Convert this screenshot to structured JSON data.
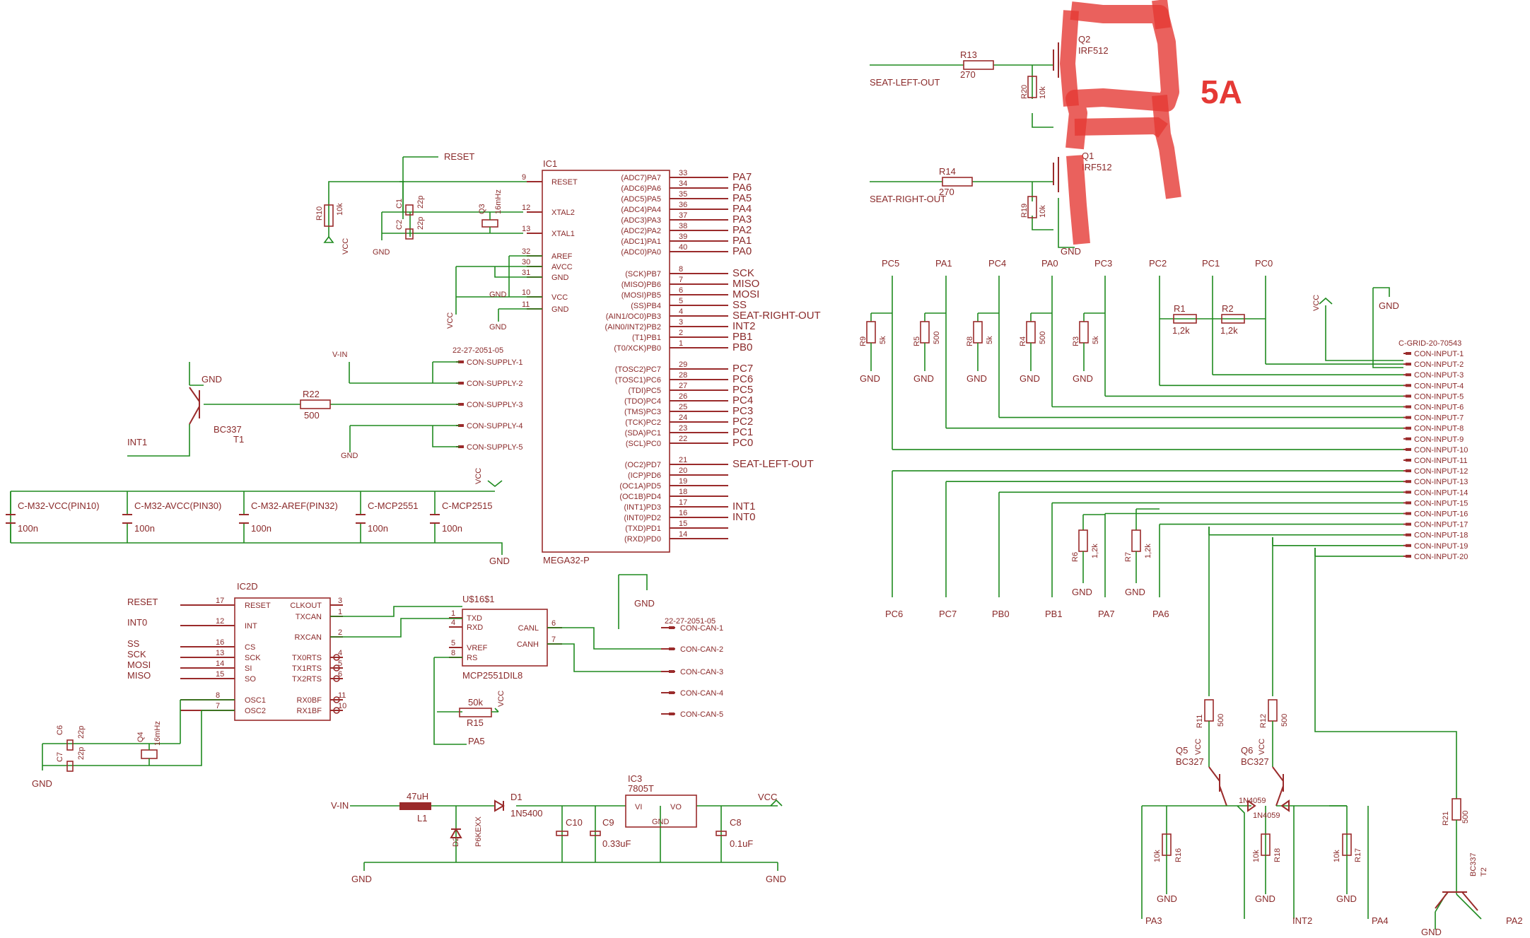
{
  "annotation": {
    "label": "5A",
    "color": "#e53935"
  },
  "colors": {
    "wire": "#1f8a1f",
    "part": "#9a2b2b",
    "text": "#8a2a2a",
    "highlight": "#e53935"
  },
  "mcu": {
    "name": "IC1",
    "part": "MEGA32-P",
    "left_pins": [
      {
        "num": "9",
        "name": "RESET"
      },
      {
        "num": "12",
        "name": "XTAL2"
      },
      {
        "num": "13",
        "name": "XTAL1"
      },
      {
        "num": "32",
        "name": "AREF"
      },
      {
        "num": "30",
        "name": "AVCC"
      },
      {
        "num": "31",
        "name": "GND"
      },
      {
        "num": "10",
        "name": "VCC"
      },
      {
        "num": "11",
        "name": "GND"
      }
    ],
    "right_pins": [
      {
        "num": "33",
        "name": "(ADC7)PA7",
        "net": "PA7"
      },
      {
        "num": "34",
        "name": "(ADC6)PA6",
        "net": "PA6"
      },
      {
        "num": "35",
        "name": "(ADC5)PA5",
        "net": "PA5"
      },
      {
        "num": "36",
        "name": "(ADC4)PA4",
        "net": "PA4"
      },
      {
        "num": "37",
        "name": "(ADC3)PA3",
        "net": "PA3"
      },
      {
        "num": "38",
        "name": "(ADC2)PA2",
        "net": "PA2"
      },
      {
        "num": "39",
        "name": "(ADC1)PA1",
        "net": "PA1"
      },
      {
        "num": "40",
        "name": "(ADC0)PA0",
        "net": "PA0"
      },
      {
        "num": "8",
        "name": "(SCK)PB7",
        "net": "SCK"
      },
      {
        "num": "7",
        "name": "(MISO)PB6",
        "net": "MISO"
      },
      {
        "num": "6",
        "name": "(MOSI)PB5",
        "net": "MOSI"
      },
      {
        "num": "5",
        "name": "(SS)PB4",
        "net": "SS"
      },
      {
        "num": "4",
        "name": "(AIN1/OC0)PB3",
        "net": "SEAT-RIGHT-OUT"
      },
      {
        "num": "3",
        "name": "(AIN0/INT2)PB2",
        "net": "INT2"
      },
      {
        "num": "2",
        "name": "(T1)PB1",
        "net": "PB1"
      },
      {
        "num": "1",
        "name": "(T0/XCK)PB0",
        "net": "PB0"
      },
      {
        "num": "29",
        "name": "(TOSC2)PC7",
        "net": "PC7"
      },
      {
        "num": "28",
        "name": "(TOSC1)PC6",
        "net": "PC6"
      },
      {
        "num": "27",
        "name": "(TDI)PC5",
        "net": "PC5"
      },
      {
        "num": "26",
        "name": "(TDO)PC4",
        "net": "PC4"
      },
      {
        "num": "25",
        "name": "(TMS)PC3",
        "net": "PC3"
      },
      {
        "num": "24",
        "name": "(TCK)PC2",
        "net": "PC2"
      },
      {
        "num": "23",
        "name": "(SDA)PC1",
        "net": "PC1"
      },
      {
        "num": "22",
        "name": "(SCL)PC0",
        "net": "PC0"
      },
      {
        "num": "21",
        "name": "(OC2)PD7",
        "net": "SEAT-LEFT-OUT"
      },
      {
        "num": "20",
        "name": "(ICP)PD6",
        "net": ""
      },
      {
        "num": "19",
        "name": "(OC1A)PD5",
        "net": ""
      },
      {
        "num": "18",
        "name": "(OC1B)PD4",
        "net": ""
      },
      {
        "num": "17",
        "name": "(INT1)PD3",
        "net": "INT1"
      },
      {
        "num": "16",
        "name": "(INT0)PD2",
        "net": "INT0"
      },
      {
        "num": "15",
        "name": "(TXD)PD1",
        "net": ""
      },
      {
        "num": "14",
        "name": "(RXD)PD0",
        "net": ""
      }
    ]
  },
  "can_ctrl": {
    "name": "IC2D",
    "left_pins": [
      {
        "num": "17",
        "name": "RESET",
        "net": "RESET"
      },
      {
        "num": "12",
        "name": "INT",
        "net": "INT0"
      },
      {
        "num": "16",
        "name": "CS",
        "net": "SS"
      },
      {
        "num": "13",
        "name": "SCK",
        "net": "SCK"
      },
      {
        "num": "14",
        "name": "SI",
        "net": "MOSI"
      },
      {
        "num": "15",
        "name": "SO",
        "net": "MISO"
      },
      {
        "num": "8",
        "name": "OSC1"
      },
      {
        "num": "7",
        "name": "OSC2"
      }
    ],
    "right_pins": [
      {
        "num": "3",
        "name": "CLKOUT"
      },
      {
        "num": "1",
        "name": "TXCAN"
      },
      {
        "num": "2",
        "name": "RXCAN"
      },
      {
        "num": "4",
        "name": "TX0RTS"
      },
      {
        "num": "5",
        "name": "TX1RTS"
      },
      {
        "num": "6",
        "name": "TX2RTS"
      },
      {
        "num": "11",
        "name": "RX0BF"
      },
      {
        "num": "10",
        "name": "RX1BF"
      }
    ]
  },
  "transceiver": {
    "name": "U$16$1",
    "part": "MCP2551DIL8",
    "left_pins": [
      {
        "num": "1",
        "name": "TXD"
      },
      {
        "num": "4",
        "name": "RXD"
      },
      {
        "num": "5",
        "name": "VREF"
      },
      {
        "num": "8",
        "name": "RS"
      }
    ],
    "right_pins": [
      {
        "num": "6",
        "name": "CANL"
      },
      {
        "num": "7",
        "name": "CANH"
      }
    ]
  },
  "supply_header": {
    "part": "22-27-2051-05",
    "pins": [
      "CON-SUPPLY-1",
      "CON-SUPPLY-2",
      "CON-SUPPLY-3",
      "CON-SUPPLY-4",
      "CON-SUPPLY-5"
    ]
  },
  "can_header": {
    "part": "22-27-2051-05",
    "pins": [
      "CON-CAN-1",
      "CON-CAN-2",
      "CON-CAN-3",
      "CON-CAN-4",
      "CON-CAN-5"
    ]
  },
  "grid_header": {
    "part": "C-GRID-20-70543",
    "pins": [
      "CON-INPUT-1",
      "CON-INPUT-2",
      "CON-INPUT-3",
      "CON-INPUT-4",
      "CON-INPUT-5",
      "CON-INPUT-6",
      "CON-INPUT-7",
      "CON-INPUT-8",
      "CON-INPUT-9",
      "CON-INPUT-10",
      "CON-INPUT-11",
      "CON-INPUT-12",
      "CON-INPUT-13",
      "CON-INPUT-14",
      "CON-INPUT-15",
      "CON-INPUT-16",
      "CON-INPUT-17",
      "CON-INPUT-18",
      "CON-INPUT-19",
      "CON-INPUT-20"
    ]
  },
  "top_port_labels": [
    "PC5",
    "PA1",
    "PC4",
    "PA0",
    "PC3",
    "PC2",
    "PC1",
    "PC0"
  ],
  "bottom_port_labels": [
    "PC6",
    "PC7",
    "PB0",
    "PB1",
    "PA7",
    "PA6"
  ],
  "pulldowns": [
    {
      "ref": "R9",
      "val": "5k"
    },
    {
      "ref": "R5",
      "val": "500"
    },
    {
      "ref": "R8",
      "val": "5k"
    },
    {
      "ref": "R4",
      "val": "500"
    },
    {
      "ref": "R3",
      "val": "5k"
    }
  ],
  "pullups": [
    {
      "ref": "R1",
      "val": "1,2k"
    },
    {
      "ref": "R2",
      "val": "1,2k"
    }
  ],
  "bottom_res": [
    {
      "ref": "R6",
      "val": "1,2k"
    },
    {
      "ref": "R7",
      "val": "1,2k"
    }
  ],
  "decoupling": [
    {
      "name": "C-M32-VCC(PIN10)",
      "val": "100n"
    },
    {
      "name": "C-M32-AVCC(PIN30)",
      "val": "100n"
    },
    {
      "name": "C-M32-AREF(PIN32)",
      "val": "100n"
    },
    {
      "name": "C-MCP2551",
      "val": "100n"
    },
    {
      "name": "C-MCP2515",
      "val": "100n"
    }
  ],
  "mosfets": [
    {
      "ref": "Q2",
      "part": "IRF512",
      "gate_res": "R13",
      "gate_val": "270",
      "pd": "R20",
      "pd_val": "10k",
      "net": "SEAT-LEFT-OUT"
    },
    {
      "ref": "Q1",
      "part": "IRF512",
      "gate_res": "R14",
      "gate_val": "270",
      "pd": "R19",
      "pd_val": "10k",
      "net": "SEAT-RIGHT-OUT"
    }
  ],
  "labels": {
    "reset": "RESET",
    "vcc": "VCC",
    "gnd": "GND",
    "vin": "V-IN",
    "int1": "INT1",
    "int0": "INT0",
    "int2": "INT2",
    "ss": "SS",
    "sck": "SCK",
    "mosi": "MOSI",
    "miso": "MISO",
    "pa5": "PA5",
    "pa3": "PA3",
    "pa4": "PA4",
    "pa2": "PA2",
    "r10": "R10",
    "r10v": "10k",
    "c1": "C1",
    "c1v": "22p",
    "q3": "Q3",
    "q3v": "16mHz",
    "c2": "C2",
    "c2v": "22p",
    "t1": "T1",
    "t1p": "BC337",
    "r22": "R22",
    "r22v": "500",
    "c6": "C6",
    "c6v": "22p",
    "c7": "C7",
    "c7v": "22p",
    "q4": "Q4",
    "q4v": "16mHz",
    "r15": "R15",
    "r15v": "50k",
    "l1": "L1",
    "l1v": "47uH",
    "d1": "D1",
    "d1v": "1N5400",
    "d2": "D2",
    "d2v": "P6KEXX",
    "c10": "C10",
    "c9": "C9",
    "c9v": "0.33uF",
    "ic3": "IC3",
    "ic3p": "7805T",
    "vi": "VI",
    "vo": "VO",
    "c8": "C8",
    "c8v": "0.1uF",
    "r11": "R11",
    "r11v": "500",
    "r12": "R12",
    "r12v": "500",
    "q5": "Q5",
    "q5p": "BC327",
    "q6": "Q6",
    "q6p": "BC327",
    "d_a": "1N4059",
    "d_b": "1N4059",
    "r16": "R16",
    "r16v": "10k",
    "r18": "R18",
    "r18v": "10k",
    "r17": "R17",
    "r17v": "10k",
    "r21": "R21",
    "r21v": "500",
    "t2": "T2",
    "t2p": "BC337"
  }
}
